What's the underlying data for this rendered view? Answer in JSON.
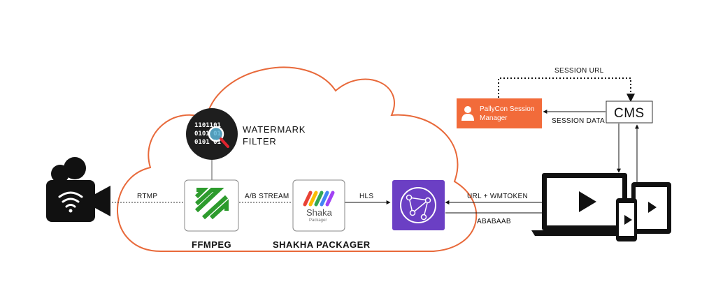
{
  "labels": {
    "rtmp": "RTMP",
    "ab_stream": "A/B STREAM",
    "hls": "HLS",
    "url_wmtoken": "URL + WMTOKEN",
    "ababaab": "ABABAAB",
    "session_url": "SESSION URL",
    "session_data": "SESSION DATA"
  },
  "nodes": {
    "watermark_line1": "WATERMARK",
    "watermark_line2": "FILTER",
    "ffmpeg": "FFMPEG",
    "shaka_packager": "SHAKHA PACKAGER",
    "shaka_logo_text": "Shaka",
    "shaka_logo_sub": "Packager",
    "pallycon_line1": "PallyCon Session",
    "pallycon_line2": "Manager",
    "cms": "CMS",
    "binary_row1": "1101101",
    "binary_row2": "0101 01",
    "binary_row3": "0101 01"
  },
  "colors": {
    "cloud_outline": "#e8693a",
    "pallycon": "#f26b3a",
    "cloudfront": "#6b3fc4",
    "ffmpeg_green": "#2d9b2d",
    "dark": "#111111"
  },
  "icons": [
    "camera-icon",
    "wifi-icon",
    "magnifier-icon",
    "ffmpeg-logo-icon",
    "shaka-logo-icon",
    "cloudfront-icon",
    "user-icon",
    "play-icon"
  ]
}
